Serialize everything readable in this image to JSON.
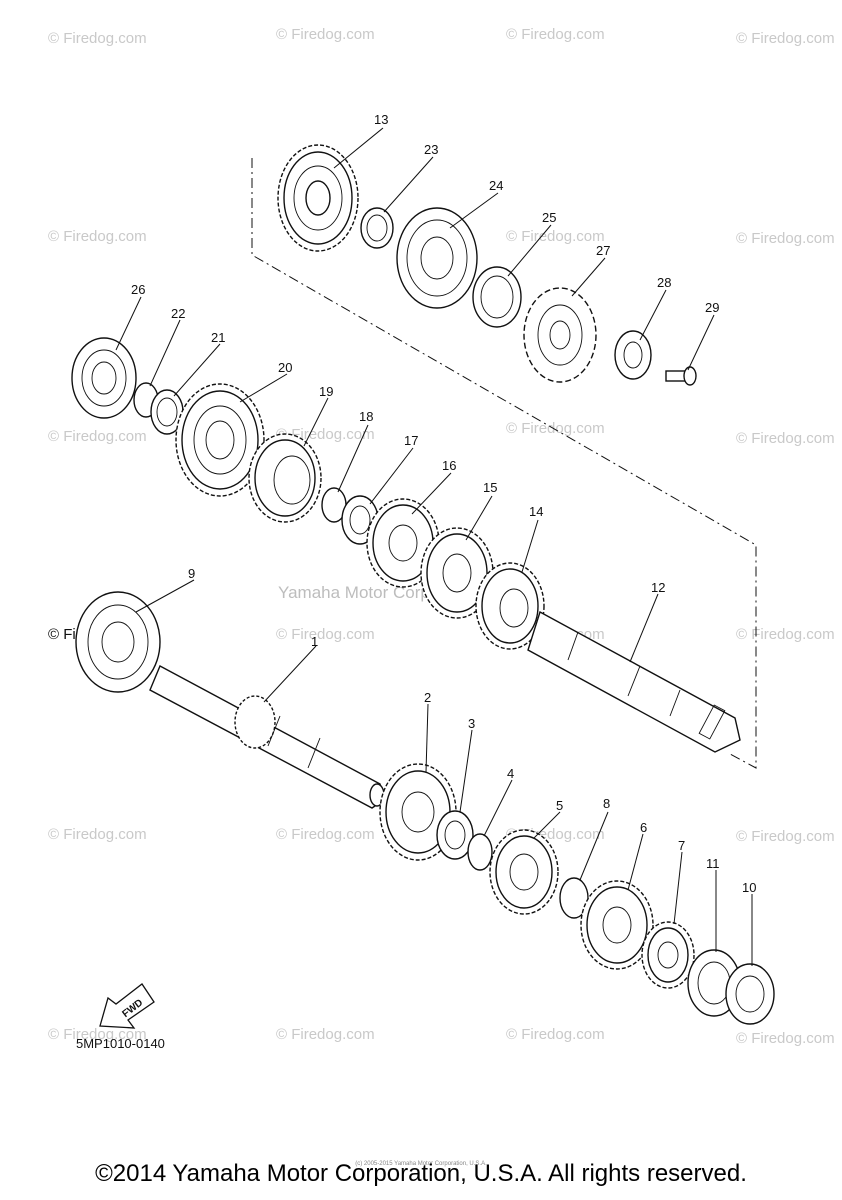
{
  "watermark": "© Firedog.com",
  "center_mark": "Yamaha Motor Corp. U.S.A.",
  "diagram_code": "5MP1010-0140",
  "fwd_label": "FWD",
  "footer": "©2014 Yamaha Motor Corporation, U.S.A. All rights reserved.",
  "footer_small": "(c) 2005-2015 Yamaha Motor Corporation, U.S.A.",
  "callouts": [
    "1",
    "2",
    "3",
    "4",
    "5",
    "6",
    "7",
    "8",
    "9",
    "10",
    "11",
    "12",
    "13",
    "14",
    "15",
    "16",
    "17",
    "18",
    "19",
    "20",
    "21",
    "22",
    "23",
    "24",
    "25",
    "26",
    "27",
    "28",
    "29"
  ]
}
